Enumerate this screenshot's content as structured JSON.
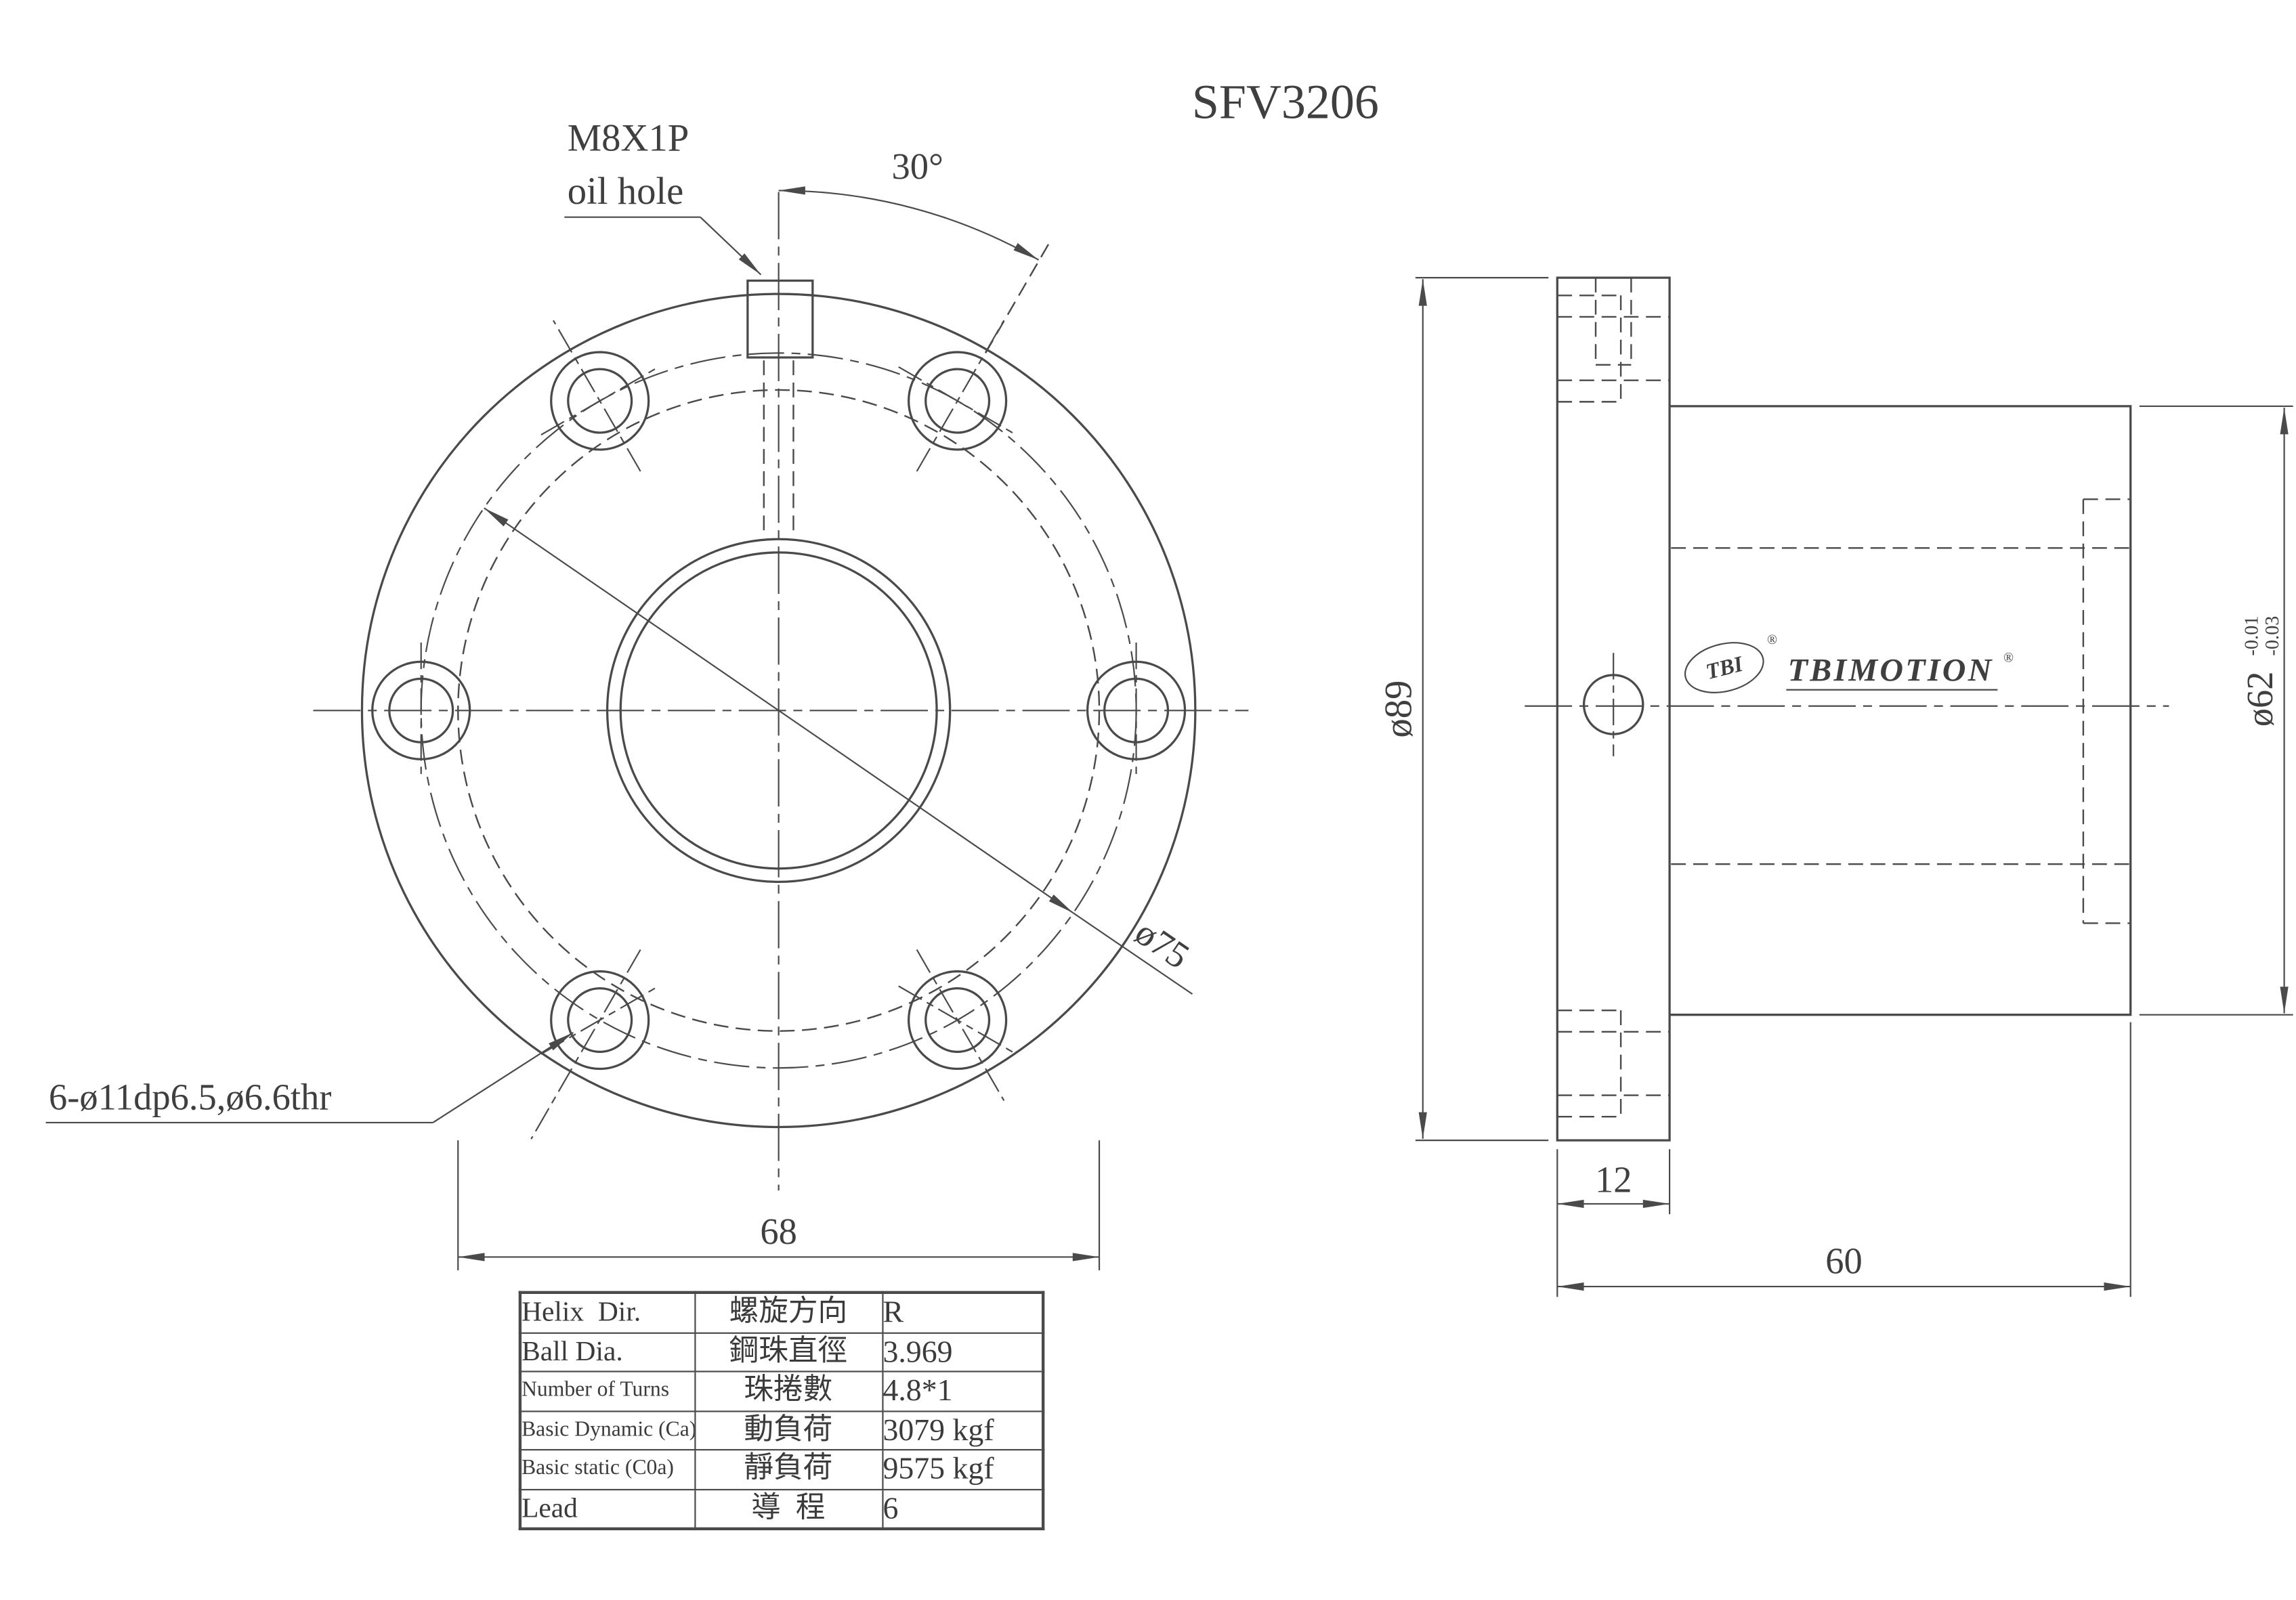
{
  "title": "SFV3206",
  "colors": {
    "line": "#4a4a4a",
    "text": "#3f3f3f",
    "background": "#ffffff"
  },
  "front_view": {
    "oil_hole_label": {
      "line1": "M8X1P",
      "line2": "oil hole"
    },
    "angle_dim": "30°",
    "pcd_dim": "ø75",
    "holes_note": "6-ø11dp6.5,ø6.6thr",
    "width_dim": "68"
  },
  "side_view": {
    "flange_dia_dim": "ø89",
    "body_dia_dim": "ø62",
    "body_dia_tol_upper": "-0.01",
    "body_dia_tol_lower": "-0.03",
    "flange_thickness_dim": "12",
    "body_length_dim": "60"
  },
  "logo": {
    "badge": "TBI",
    "brand": "TBIMOTION",
    "registered": "®"
  },
  "spec_table": {
    "rows": [
      {
        "en": "Helix  Dir.",
        "zh": "螺旋方向",
        "value": "R"
      },
      {
        "en": "Ball Dia.",
        "zh": "鋼珠直徑",
        "value": "3.969"
      },
      {
        "en": "Number of Turns",
        "zh": "珠捲數",
        "value": "4.8*1"
      },
      {
        "en": "Basic Dynamic (Ca)",
        "zh": "動負荷",
        "value": "3079 kgf"
      },
      {
        "en": "Basic static (C0a)",
        "zh": "靜負荷",
        "value": "9575 kgf"
      },
      {
        "en": "Lead",
        "zh": "導  程",
        "value": "6"
      }
    ]
  }
}
